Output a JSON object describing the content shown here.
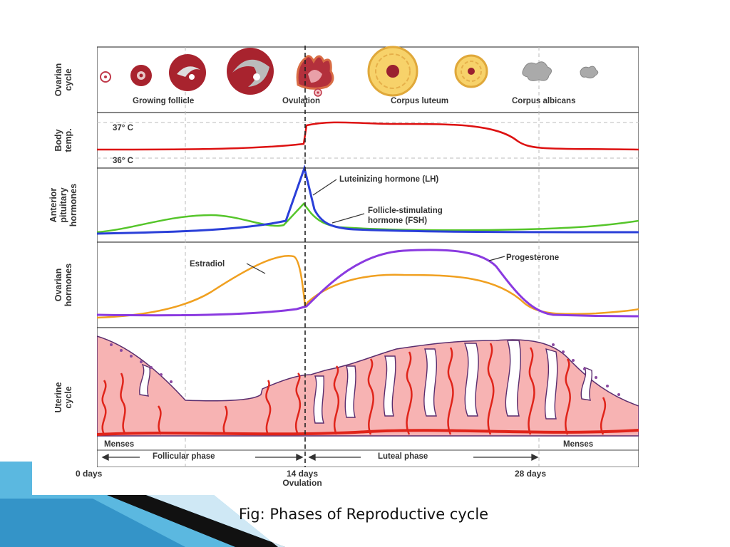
{
  "panels": {
    "ovarian_cycle": "Ovarian cycle",
    "body_temp": "Body temp.",
    "anterior_pituitary": "Anterior pituitary hormones",
    "ovarian_hormones": "Ovarian hormones",
    "uterine_cycle": "Uterine cycle"
  },
  "ovarian_stages": {
    "growing_follicle": "Growing follicle",
    "ovulation": "Ovulation",
    "corpus_luteum": "Corpus luteum",
    "corpus_albicans": "Corpus albicans"
  },
  "temperature": {
    "high": "37° C",
    "low": "36° C"
  },
  "hormones": {
    "lh": "Luteinizing hormone (LH)",
    "fsh_line1": "Follicle-stimulating",
    "fsh_line2": "hormone (FSH)",
    "estradiol": "Estradiol",
    "progesterone": "Progesterone"
  },
  "phases": {
    "menses": "Menses",
    "follicular": "Follicular phase",
    "luteal": "Luteal phase"
  },
  "days": {
    "day0": "0 days",
    "day14": "14 days",
    "day14_sub": "Ovulation",
    "day28": "28 days"
  },
  "caption": "Fig: Phases of Reproductive cycle",
  "colors": {
    "temp_line": "#dd1111",
    "lh": "#2a3fd8",
    "fsh": "#55c52a",
    "estradiol": "#f0a020",
    "progesterone": "#8a3ae0",
    "uterine_fill": "#f7b3b3",
    "vessel": "#e0241a",
    "outline": "#5a2d6e"
  }
}
